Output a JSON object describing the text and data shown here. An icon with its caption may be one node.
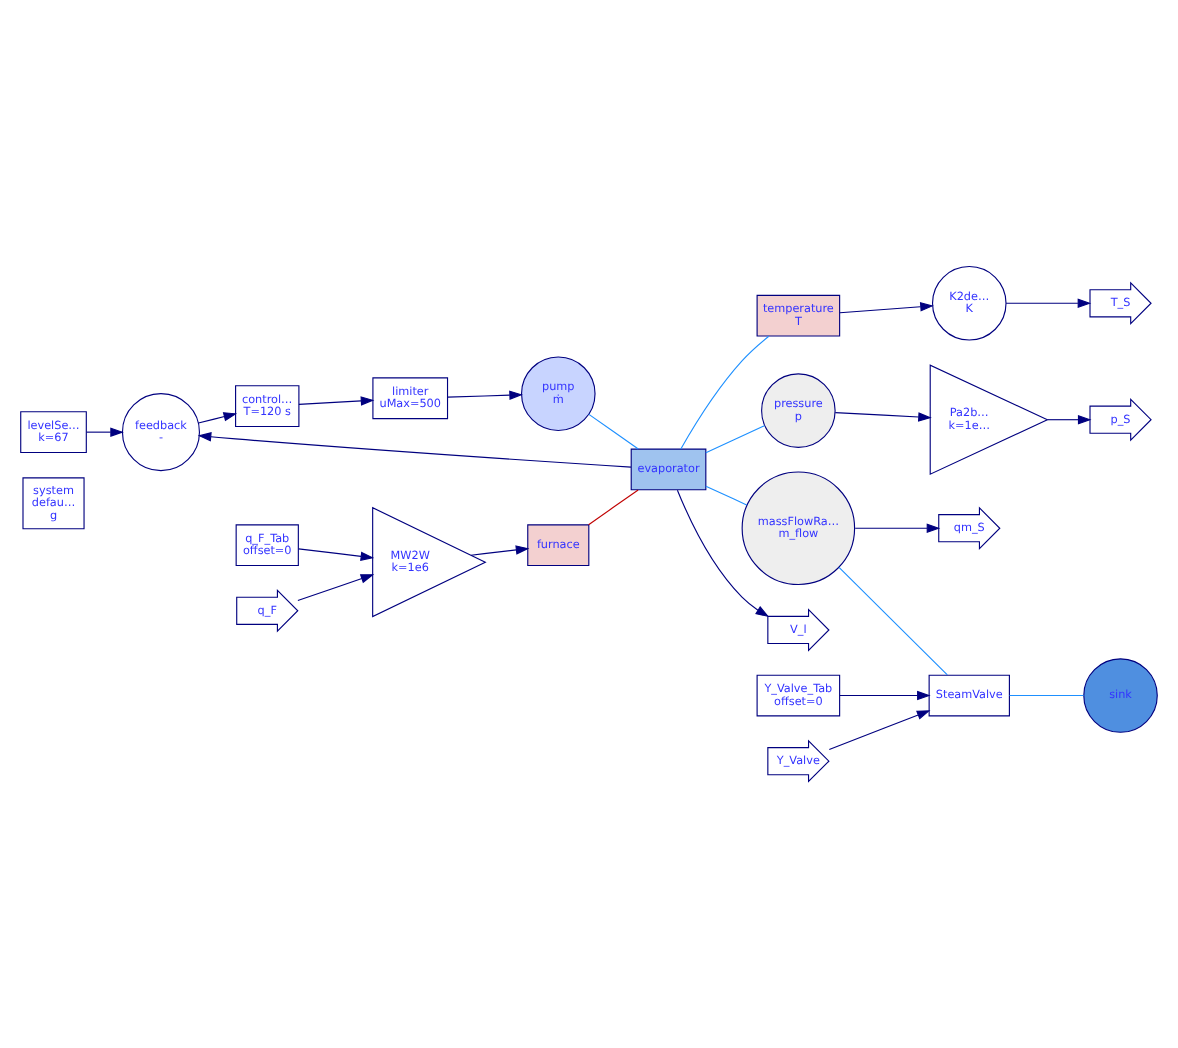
{
  "diagram": {
    "nodes": [
      {
        "text": [
          "system",
          "defau…",
          "g"
        ]
      },
      {
        "text": [
          "levelSe…",
          "k=67"
        ]
      },
      {
        "text": [
          "feedback",
          "-"
        ]
      },
      {
        "text": [
          "control…",
          "T=120 s"
        ]
      },
      {
        "text": [
          "limiter",
          "uMax=500"
        ]
      },
      {
        "text": [
          "pump",
          "ṁ"
        ]
      },
      {
        "text": [
          "evaporator"
        ]
      },
      {
        "text": [
          "temperature",
          "T"
        ]
      },
      {
        "text": [
          "pressure",
          "p"
        ]
      },
      {
        "text": [
          "K2de…",
          "K"
        ]
      },
      {
        "text": [
          "Pa2b…",
          "k=1e…"
        ]
      },
      {
        "text": [
          "massFlowRa…",
          "m_flow"
        ]
      },
      {
        "text": [
          "SteamValve"
        ]
      },
      {
        "text": [
          "sink"
        ]
      },
      {
        "text": [
          "furnace"
        ]
      },
      {
        "text": [
          "MW2W",
          "k=1e6"
        ]
      },
      {
        "text": [
          "q_F_Tab",
          "offset=0"
        ]
      },
      {
        "text": [
          "Y_Valve_Tab",
          "offset=0"
        ]
      },
      {
        "text": [
          "V_l"
        ]
      },
      {
        "text": [
          "T_S"
        ]
      },
      {
        "text": [
          "p_S"
        ]
      },
      {
        "text": [
          "qm_S"
        ]
      },
      {
        "text": [
          "q_F"
        ]
      },
      {
        "text": [
          "Y_Valve"
        ]
      }
    ],
    "edges": [
      {
        "from": 6,
        "to": 2,
        "arrow": "to"
      },
      {
        "from": 6,
        "to": 18,
        "arrow": "to"
      },
      {
        "from": 1,
        "to": 2,
        "arrow": "to"
      },
      {
        "from": 2,
        "to": 3,
        "arrow": "to"
      },
      {
        "from": 3,
        "to": 4,
        "arrow": "to"
      },
      {
        "from": 4,
        "to": 5,
        "arrow": "to"
      },
      {
        "from": 5,
        "to": 6,
        "arrow": "none",
        "color": "#1e90ff"
      },
      {
        "from": 6,
        "to": 7,
        "arrow": "none",
        "color": "#1e90ff"
      },
      {
        "from": 6,
        "to": 8,
        "arrow": "none",
        "color": "#1e90ff"
      },
      {
        "from": 6,
        "to": 11,
        "arrow": "none",
        "color": "#1e90ff"
      },
      {
        "from": 7,
        "to": 9,
        "arrow": "to"
      },
      {
        "from": 9,
        "to": 19,
        "arrow": "to"
      },
      {
        "from": 8,
        "to": 10,
        "arrow": "to"
      },
      {
        "from": 10,
        "to": 20,
        "arrow": "to"
      },
      {
        "from": 11,
        "to": 21,
        "arrow": "to"
      },
      {
        "from": 11,
        "to": 12,
        "arrow": "none",
        "color": "#1e90ff"
      },
      {
        "from": 12,
        "to": 13,
        "arrow": "none",
        "color": "#1e90ff"
      },
      {
        "from": 22,
        "to": 15,
        "arrow": "to"
      },
      {
        "from": 16,
        "to": 15,
        "arrow": "to"
      },
      {
        "from": 15,
        "to": 14,
        "arrow": "to"
      },
      {
        "from": 14,
        "to": 6,
        "arrow": "none",
        "color": "#c00000"
      },
      {
        "from": 23,
        "to": 12,
        "arrow": "to"
      },
      {
        "from": 17,
        "to": 12,
        "arrow": "to"
      }
    ]
  }
}
